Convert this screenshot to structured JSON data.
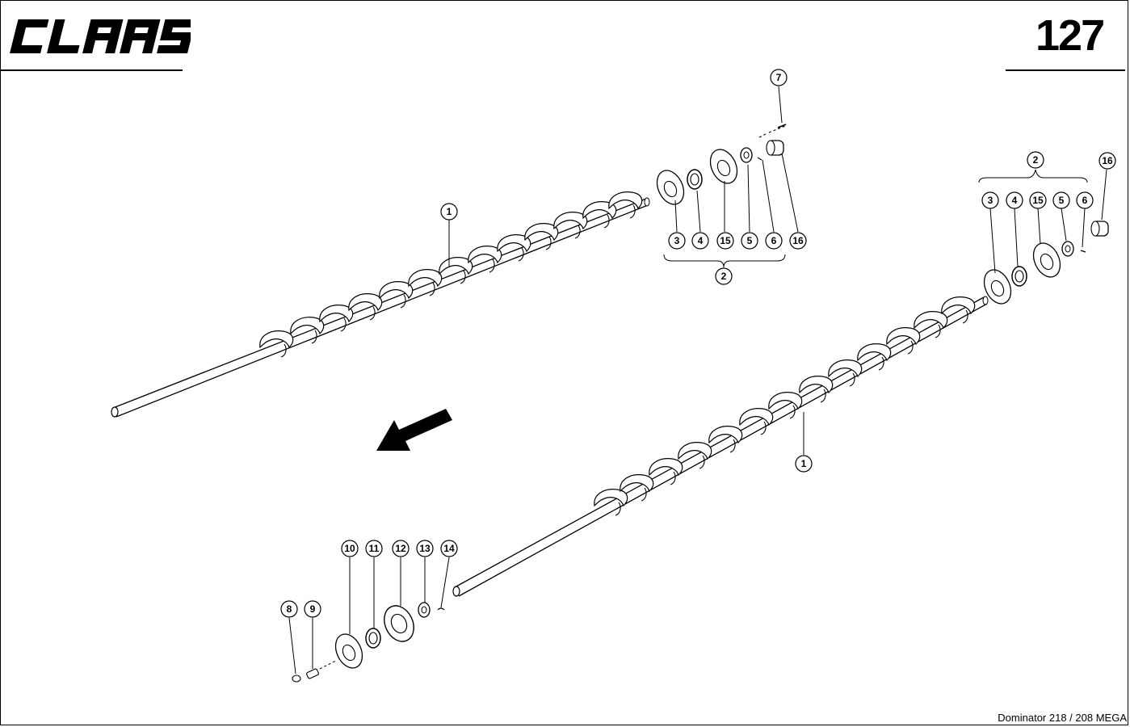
{
  "header": {
    "logo_text": "CLAAS",
    "page_number": "127"
  },
  "footer": {
    "model": "Dominator 218 / 208 MEGA"
  },
  "callouts": {
    "c1a": "1",
    "c1b": "1",
    "c2a": "2",
    "c2b": "2",
    "c3a": "3",
    "c3b": "3",
    "c4a": "4",
    "c4b": "4",
    "c5a": "5",
    "c5b": "5",
    "c6a": "6",
    "c6b": "6",
    "c7": "7",
    "c8": "8",
    "c9": "9",
    "c10": "10",
    "c11": "11",
    "c12": "12",
    "c13": "13",
    "c14": "14",
    "c15a": "15",
    "c15b": "15",
    "c16a": "16",
    "c16b": "16"
  }
}
